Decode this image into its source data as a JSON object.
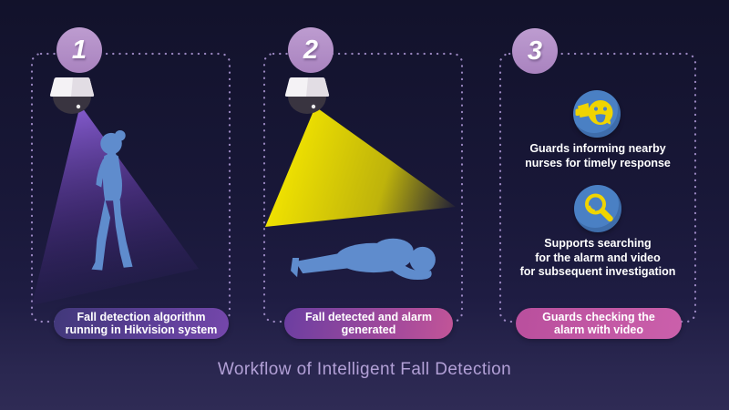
{
  "title": "Workflow of Intelligent Fall Detection",
  "steps": [
    {
      "number": "1",
      "caption": "Fall detection algorithm running in Hikvision system",
      "caption_lines": [
        "Fall detection algorithm",
        "running in Hikvision system"
      ],
      "scene": {
        "camera": "dome-camera",
        "beam_color": "#7a4fc0",
        "figure": "person-standing"
      }
    },
    {
      "number": "2",
      "caption": "Fall detected and alarm generated",
      "caption_lines": [
        "Fall detected and alarm",
        "generated"
      ],
      "scene": {
        "camera": "dome-camera",
        "beam_color": "#ece002",
        "figure": "person-fallen"
      }
    },
    {
      "number": "3",
      "caption": "Guards checking the alarm with video",
      "caption_lines": [
        "Guards checking the",
        "alarm with video"
      ],
      "items": [
        {
          "icon": "alert-megaphone-icon",
          "text": "Guards informing nearby nurses for timely response",
          "lines": [
            "Guards informing nearby",
            "nurses for timely response"
          ]
        },
        {
          "icon": "search-icon",
          "text": "Supports searching for the alarm and video for subsequent investigation",
          "lines": [
            "Supports searching",
            "for the alarm and video",
            "for subsequent investigation"
          ]
        }
      ]
    }
  ],
  "colors": {
    "background_top": "#12122b",
    "background_bottom": "#2f2b55",
    "panel_border_dots": "#b09ad8",
    "step_badge": "#b28fc7",
    "person_silhouette": "#5f8ccd",
    "beam_step1": "#7a4fc0",
    "beam_step2": "#ece002",
    "icon_circle": "#4a80c4",
    "icon_glyph": "#f0d400",
    "pill1_gradient": [
      "#41387a",
      "#7547ab"
    ],
    "pill2_gradient": [
      "#6b3ea1",
      "#c25598"
    ],
    "pill3_gradient": [
      "#b94f9d",
      "#cb60ab"
    ],
    "title_color": "#b2a0d6"
  }
}
